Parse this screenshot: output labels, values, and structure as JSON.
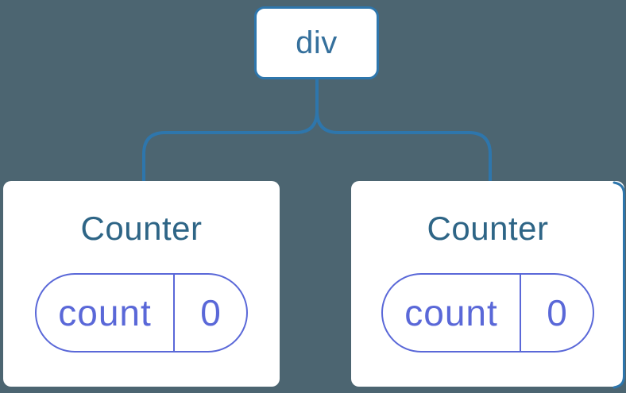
{
  "diagram": {
    "type": "component-tree",
    "root": {
      "label": "div"
    },
    "children": [
      {
        "title": "Counter",
        "state": {
          "key": "count",
          "value": "0"
        }
      },
      {
        "title": "Counter",
        "state": {
          "key": "count",
          "value": "0"
        }
      }
    ]
  },
  "colors": {
    "bg": "#4C6571",
    "line": "#2E76AC",
    "node_text": "#35709C",
    "title_text": "#2E6586",
    "pill": "#5A68D8",
    "card": "#FFFFFF"
  }
}
